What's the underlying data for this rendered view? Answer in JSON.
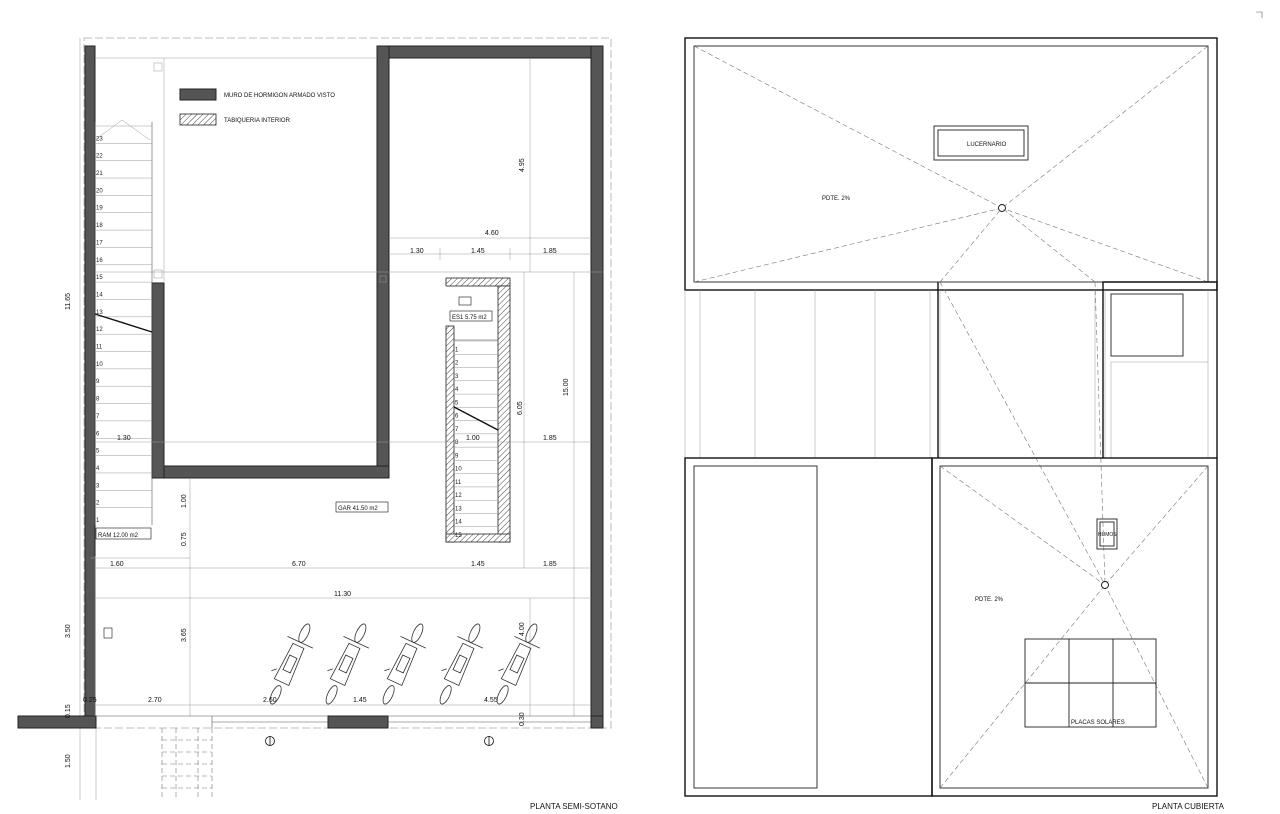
{
  "legend": {
    "concrete": "MURO DE HORMIGON ARMADO VISTO",
    "partition": "TABIQUERIA INTERIOR"
  },
  "titles": {
    "left": "PLANTA SEMI-SOTANO",
    "right": "PLANTA CUBIERTA"
  },
  "rooms": {
    "ramp": "RAM 12.00 m2",
    "es1": "ES1 5.75 m2",
    "garage": "GAR 41.50 m2"
  },
  "stair_left_steps": [
    "23",
    "22",
    "21",
    "20",
    "19",
    "18",
    "17",
    "16",
    "15",
    "14",
    "13",
    "12",
    "11",
    "10",
    "9",
    "8",
    "7",
    "6",
    "5",
    "4",
    "3",
    "2",
    "1"
  ],
  "stair_right_steps": [
    "1",
    "2",
    "3",
    "4",
    "5",
    "6",
    "7",
    "8",
    "9",
    "10",
    "11",
    "12",
    "13",
    "14",
    "15"
  ],
  "dims": {
    "d_4_60": "4.60",
    "d_1_30_top": "1.30",
    "d_1_45_top": "1.45",
    "d_1_85_top": "1.85",
    "d_4_95": "4.95",
    "d_11_65": "11.65",
    "d_15_00": "15.00",
    "d_6_05": "6.05",
    "d_1_30_mid": "1.30",
    "d_1_00_mid": "1.00",
    "d_1_85_mid": "1.85",
    "d_1_00_v": "1.00",
    "d_0_75": "0.75",
    "d_1_60": "1.60",
    "d_6_70": "6.70",
    "d_1_45_low": "1.45",
    "d_1_85_low": "1.85",
    "d_11_30": "11.30",
    "d_3_50": "3.50",
    "d_3_65": "3.65",
    "d_4_00": "4.00",
    "d_0_25": "0.25",
    "d_2_70": "2.70",
    "d_2_60": "2.60",
    "d_1_45_bot": "1.45",
    "d_4_55": "4.55",
    "d_0_30": "0.30",
    "d_0_15": "0.15",
    "d_1_50": "1.50"
  },
  "roof": {
    "skylight": "LUCERNARIO",
    "slope_top": "PDTE. 2%",
    "slope_bottom": "PDTE. 2%",
    "smoke": "HUMOS",
    "solar": "PLACAS SOLARES"
  },
  "colors": {
    "wall_fill": "#555555",
    "line": "#222222"
  }
}
